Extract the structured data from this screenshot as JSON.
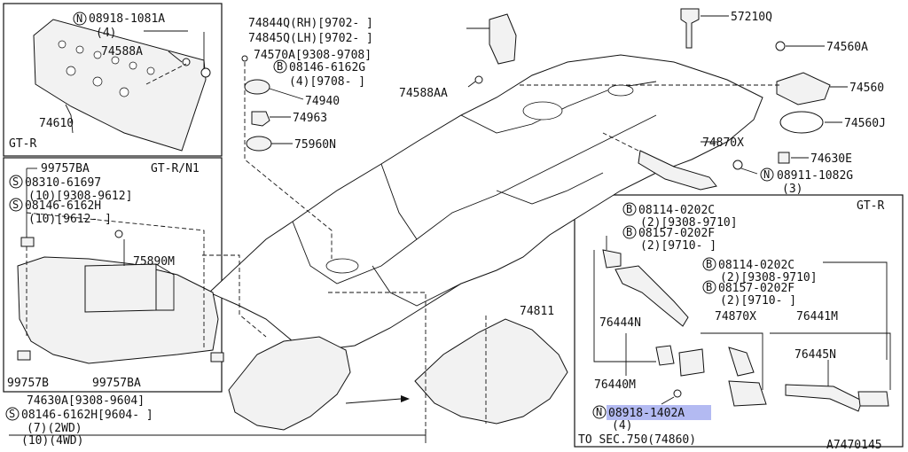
{
  "title_code": "A7470145",
  "callouts": {
    "n_08918_1081A": "08918-1081A",
    "qty_4a": "(4)",
    "p74588A": "74588A",
    "p74610": "74610",
    "gtr_a": "GT-R",
    "p74844Q": "74844Q(RH)[9702-    ]",
    "p74845Q": "74845Q(LH)[9702-    ]",
    "p74570A": "74570A[9308-9708]",
    "b_08146_6162G": "08146-6162G",
    "qty_4_9708": "(4)[9708-    ]",
    "p74940": "74940",
    "p74963": "74963",
    "p75960N": "75960N",
    "p74588AA": "74588AA",
    "p57210Q": "57210Q",
    "p74560A": "74560A",
    "p74560": "74560",
    "p74560J": "74560J",
    "p74630E": "74630E",
    "p74870X": "74870X",
    "n_08911_1082G": "08911-1082G",
    "qty_3": "(3)",
    "p99757BA": "99757BA",
    "gtr_n1": "GT-R/N1",
    "s_08310_61697": "08310-61697",
    "qty_10_9308": "(10)[9308-9612]",
    "s_08146_6162H": "08146-6162H",
    "qty_10_9612": "(10)[9612-    ]",
    "p75890M": "75890M",
    "p99757B": "99757B",
    "p99757BA_b": "99757BA",
    "p74630A": "74630A[9308-9604]",
    "s_08146_6162H_9604": "08146-6162H[9604-    ]",
    "qty_7_2wd": "(7)(2WD)",
    "qty_10_4wd": "(10)(4WD)",
    "p74811": "74811",
    "gtr_c": "GT-R",
    "b_08114_0202C_a": "08114-0202C",
    "qty_2_9308_9710_a": "(2)[9308-9710]",
    "b_08157_0202F_a": "08157-0202F",
    "qty_2_9710_a": "(2)[9710-    ]",
    "b_08114_0202C_b": "08114-0202C",
    "qty_2_9308_9710_b": "(2)[9308-9710]",
    "b_08157_0202F_b": "08157-0202F",
    "qty_2_9710_b": "(2)[9710-    ]",
    "p76444N": "76444N",
    "p74870X_b": "74870X",
    "p76441M": "76441M",
    "p76445N": "76445N",
    "p76440M": "76440M",
    "n_08918_1402A": "08918-1402A",
    "qty_4_c": "(4)",
    "to_sec": "TO SEC.750(74860)"
  },
  "markers": {
    "N": "N",
    "B": "B",
    "S": "S"
  },
  "colors": {
    "highlight": "#9aa3ee",
    "ink": "#111111"
  }
}
